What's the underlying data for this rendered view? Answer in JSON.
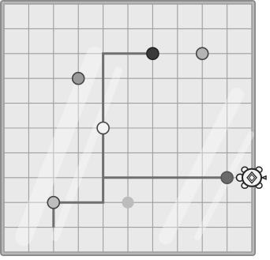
{
  "board": {
    "columns": 10,
    "rows": 10,
    "colors": {
      "frame": "#8c8c8c",
      "frame_inner": "#b8b8b8",
      "field": "#e9e9e9",
      "grid": "#9e9e9e",
      "path": "#6f6f6f",
      "glare": "#ffffff"
    }
  },
  "path_points": [
    {
      "x": 2,
      "y": 9
    },
    {
      "x": 2,
      "y": 8
    },
    {
      "x": 4,
      "y": 8
    },
    {
      "x": 4,
      "y": 2
    },
    {
      "x": 6,
      "y": 2
    }
  ],
  "path_branch": [
    {
      "x": 4,
      "y": 7
    },
    {
      "x": 9,
      "y": 7
    }
  ],
  "dots": [
    {
      "id": "dot-top-dark",
      "x": 6,
      "y": 2,
      "fill": "#3b3b3b",
      "stroke": "#222222"
    },
    {
      "id": "dot-top-right",
      "x": 8,
      "y": 2,
      "fill": "#b4b4b4",
      "stroke": "#444444"
    },
    {
      "id": "dot-upper-left",
      "x": 3,
      "y": 3,
      "fill": "#9a9a9a",
      "stroke": "#444444"
    },
    {
      "id": "dot-center-white",
      "x": 4,
      "y": 5,
      "fill": "#f4f4f4",
      "stroke": "#444444"
    },
    {
      "id": "dot-right-dark",
      "x": 9,
      "y": 7,
      "fill": "#6a6a6a",
      "stroke": "#555555"
    },
    {
      "id": "dot-bottom-left",
      "x": 2,
      "y": 8,
      "fill": "#bdbdbd",
      "stroke": "#444444"
    },
    {
      "id": "dot-bottom-light",
      "x": 5,
      "y": 8,
      "fill": "#bcbcbc",
      "stroke": "none"
    }
  ],
  "turtle": {
    "icon": "turtle-icon",
    "x": 10,
    "y": 7,
    "facing": "left",
    "shell_fill": "#f2f2f2",
    "stroke": "#222222"
  }
}
